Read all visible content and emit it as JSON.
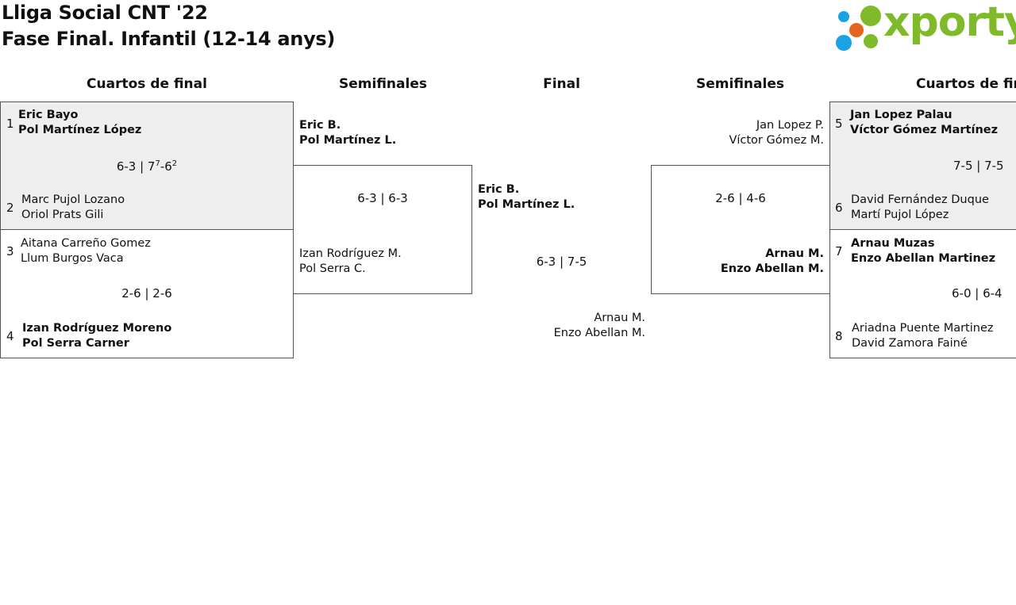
{
  "header": {
    "title": "Lliga Social CNT '22",
    "subtitle": "Fase Final. Infantil (12-14 anys)",
    "logo_text": "xporty",
    "logo_colors": [
      "#1aa2e6",
      "#e5661b",
      "#7fba2a"
    ]
  },
  "rounds": {
    "left_qf": "Cuartos de final",
    "left_sf": "Semifinales",
    "final": "Final",
    "right_sf": "Semifinales",
    "right_qf": "Cuartos de final"
  },
  "left_qf": {
    "m1": {
      "top_seed": "1",
      "top_p1": "Eric Bayo",
      "top_p2": "Pol Martínez López",
      "score": "6-3 | 7",
      "tb1": "7",
      "mid": "-6",
      "tb2": "2",
      "bot_seed": "2",
      "bot_p1": "Marc Pujol Lozano",
      "bot_p2": "Oriol Prats Gili"
    },
    "m2": {
      "top_seed": "3",
      "top_p1": "Aitana Carreño Gomez",
      "top_p2": "Llum Burgos Vaca",
      "score": "2-6 | 2-6",
      "bot_seed": "4",
      "bot_p1": "Izan Rodríguez Moreno",
      "bot_p2": "Pol Serra Carner"
    }
  },
  "left_sf": {
    "top_p1": "Eric B.",
    "top_p2": "Pol Martínez L.",
    "score": "6-3 | 6-3",
    "bot_p1": "Izan Rodríguez M.",
    "bot_p2": "Pol Serra C."
  },
  "final": {
    "top_p1": "Eric B.",
    "top_p2": "Pol Martínez L.",
    "score": "6-3 | 7-5",
    "bot_p1": "Arnau M.",
    "bot_p2": "Enzo Abellan M."
  },
  "right_sf": {
    "top_p1": "Jan Lopez P.",
    "top_p2": "Víctor Gómez M.",
    "score": "2-6 | 4-6",
    "bot_p1": "Arnau M.",
    "bot_p2": "Enzo Abellan M."
  },
  "right_qf": {
    "m1": {
      "top_seed": "5",
      "top_p1": "Jan Lopez Palau",
      "top_p2": "Víctor Gómez Martínez",
      "score": "7-5 | 7-5",
      "bot_seed": "6",
      "bot_p1": "David Fernández Duque",
      "bot_p2": "Martí Pujol López"
    },
    "m2": {
      "top_seed": "7",
      "top_p1": "Arnau Muzas",
      "top_p2": "Enzo Abellan Martinez",
      "score": "6-0 | 6-4",
      "bot_seed": "8",
      "bot_p1": "Ariadna Puente Martinez",
      "bot_p2": "David Zamora Fainé"
    }
  }
}
